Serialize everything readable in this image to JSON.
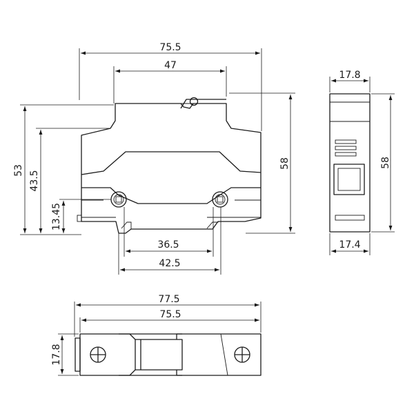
{
  "front_view": {
    "width_overall": "75.5",
    "width_inner": "47",
    "height_overall": "53",
    "height_mid": "43.5",
    "height_terminal": "13.45",
    "height_right": "58",
    "terminal_spacing": "36.5",
    "terminal_outer": "42.5"
  },
  "side_view": {
    "width_top": "17.8",
    "height": "58",
    "width_bottom": "17.4"
  },
  "top_view": {
    "width_overall": "77.5",
    "width_body": "75.5",
    "depth": "17.8"
  }
}
